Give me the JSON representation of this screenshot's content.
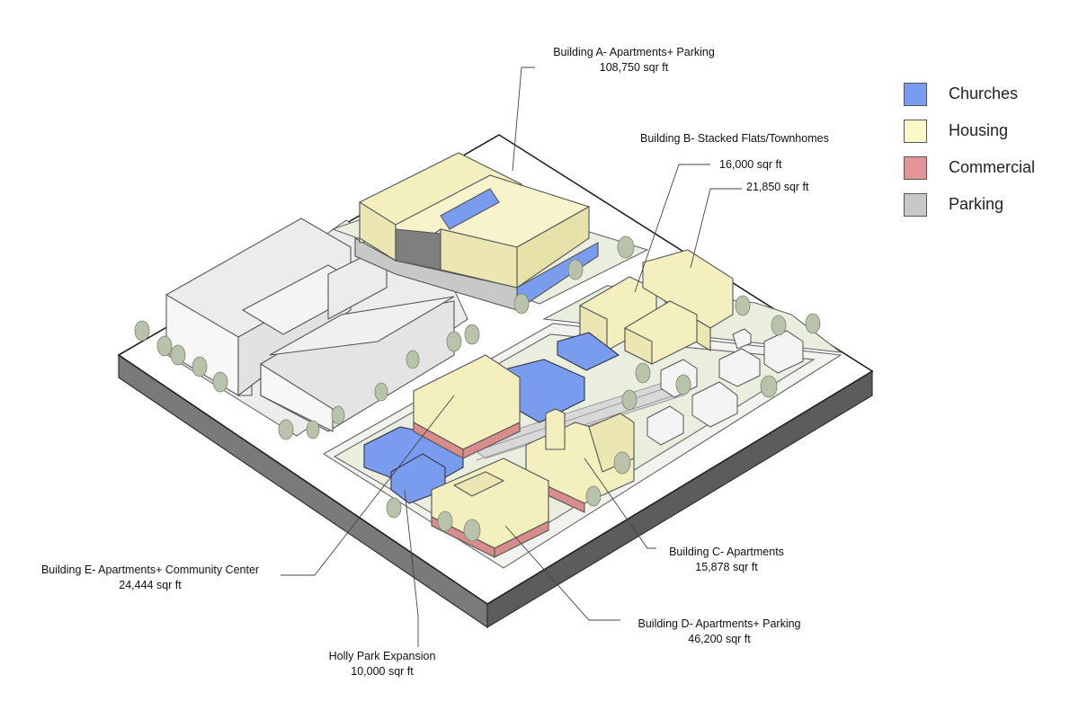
{
  "labels": {
    "building_a": {
      "name": "Building A- Apartments+ Parking",
      "area": "108,750 sqr ft"
    },
    "building_b": {
      "name": "Building B- Stacked Flats/Townhomes",
      "area_1": "16,000 sqr ft",
      "area_2": "21,850 sqr ft"
    },
    "building_c": {
      "name": "Building C- Apartments",
      "area": "15,878 sqr ft"
    },
    "building_d": {
      "name": "Building D- Apartments+ Parking",
      "area": "46,200 sqr ft"
    },
    "building_e": {
      "name": "Building E- Apartments+ Community Center",
      "area": "24,444 sqr ft"
    },
    "holly_park": {
      "name": "Holly Park Expansion",
      "area": "10,000 sqr ft"
    }
  },
  "legend": [
    {
      "label": "Churches",
      "color": "#7a9cef"
    },
    {
      "label": "Housing",
      "color": "#fbf8c9"
    },
    {
      "label": "Commercial",
      "color": "#e39597"
    },
    {
      "label": "Parking",
      "color": "#c8c8c8"
    }
  ],
  "colors": {
    "church": "#7a9cef",
    "housing": "#f4efbf",
    "commercial": "#d98c8c",
    "parking": "#c8c8c8",
    "existing": "#f4f4f4",
    "park": "#e9eedf",
    "tree": "#b9c2aa",
    "base_side": "#666666"
  }
}
